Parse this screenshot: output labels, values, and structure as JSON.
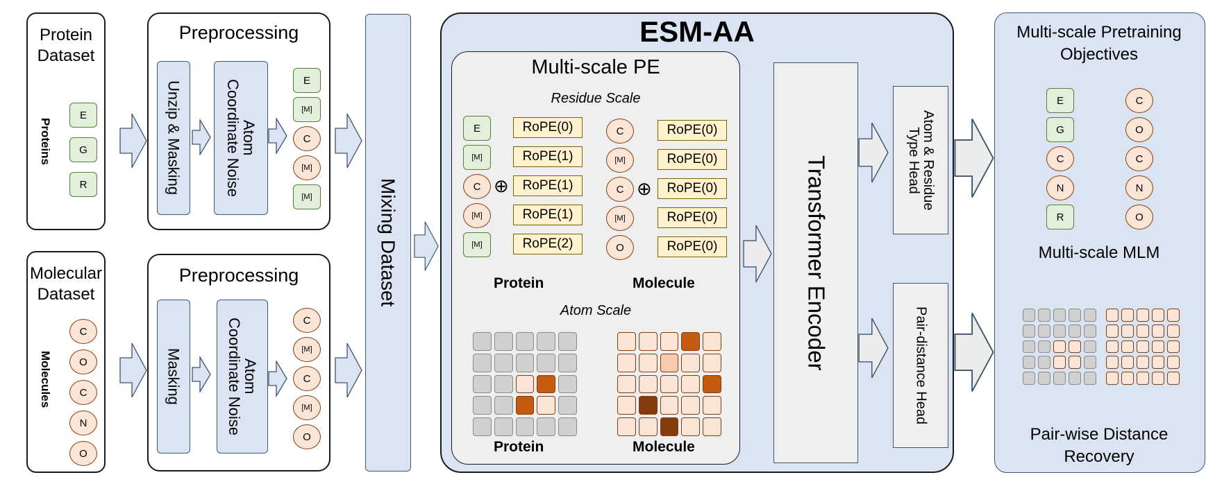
{
  "protein_dataset": {
    "title_line1": "Protein",
    "title_line2": "Dataset",
    "side_label": "Proteins",
    "tokens": [
      "E",
      "G",
      "R"
    ]
  },
  "molecular_dataset": {
    "title_line1": "Molecular",
    "title_line2": "Dataset",
    "side_label": "Molecules",
    "tokens": [
      "C",
      "O",
      "C",
      "N",
      "O"
    ]
  },
  "preprocessing_protein": {
    "title": "Preprocessing",
    "step1": "Unzip & Masking",
    "step2_line1": "Atom",
    "step2_line2": "Coordinate Noise",
    "tokens": [
      "E",
      "[M]",
      "C",
      "[M]",
      "[M]"
    ]
  },
  "preprocessing_molecule": {
    "title": "Preprocessing",
    "step1": "Masking",
    "step2_line1": "Atom",
    "step2_line2": "Coordinate Noise",
    "tokens": [
      "C",
      "[M]",
      "C",
      "[M]",
      "O"
    ]
  },
  "mixing": {
    "label": "Mixing Dataset"
  },
  "esm": {
    "title": "ESM-AA",
    "pe_title": "Multi-scale PE",
    "residue_scale": "Residue Scale",
    "atom_scale": "Atom Scale",
    "protein_label": "Protein",
    "molecule_label": "Molecule",
    "protein_tokens": [
      "E",
      "[M]",
      "C",
      "[M]",
      "[M]"
    ],
    "protein_ropes": [
      "RoPE(0)",
      "RoPE(1)",
      "RoPE(1)",
      "RoPE(1)",
      "RoPE(2)"
    ],
    "molecule_tokens": [
      "C",
      "[M]",
      "C",
      "[M]",
      "O"
    ],
    "molecule_ropes": [
      "RoPE(0)",
      "RoPE(0)",
      "RoPE(0)",
      "RoPE(0)",
      "RoPE(0)"
    ],
    "plus_symbol": "⊕",
    "transformer": "Transformer Encoder",
    "head1_line1": "Atom & Residue",
    "head1_line2": "Type Head",
    "head2": "Pair-distance Head"
  },
  "objectives": {
    "title_line1": "Multi-scale Pretraining",
    "title_line2": "Objectives",
    "mlm_label": "Multi-scale MLM",
    "mlm_left_tokens": [
      "E",
      "G",
      "C",
      "N",
      "R"
    ],
    "mlm_right_tokens": [
      "C",
      "O",
      "C",
      "N",
      "O"
    ],
    "distance_line1": "Pair-wise Distance",
    "distance_line2": "Recovery"
  },
  "colors": {
    "panel_blue": "#dbe4f3",
    "token_green_fill": "#e2efda",
    "token_green_border": "#538135",
    "token_orange_fill": "#fbe5d6",
    "token_orange_border": "#843c0c",
    "rope_fill": "#fff2cc",
    "cell_gray": "#d0d0d0",
    "cell_light_orange": "#fbe5d6",
    "cell_mid_orange": "#f8cbad",
    "cell_orange": "#c55a11",
    "cell_dark_orange": "#843c0c"
  },
  "atom_grids": {
    "protein": [
      [
        "g",
        "g",
        "g",
        "g",
        "g"
      ],
      [
        "g",
        "g",
        "g",
        "g",
        "g"
      ],
      [
        "g",
        "g",
        "l",
        "o",
        "g"
      ],
      [
        "g",
        "g",
        "o",
        "l",
        "g"
      ],
      [
        "g",
        "g",
        "g",
        "g",
        "g"
      ]
    ],
    "molecule": [
      [
        "l",
        "l",
        "l",
        "o",
        "l"
      ],
      [
        "l",
        "l",
        "m",
        "l",
        "l"
      ],
      [
        "l",
        "l",
        "l",
        "l",
        "o"
      ],
      [
        "l",
        "d",
        "l",
        "l",
        "l"
      ],
      [
        "l",
        "l",
        "d",
        "l",
        "l"
      ]
    ],
    "objective_protein": [
      [
        "g",
        "g",
        "g",
        "g",
        "g"
      ],
      [
        "g",
        "g",
        "g",
        "g",
        "g"
      ],
      [
        "g",
        "g",
        "l",
        "l",
        "g"
      ],
      [
        "g",
        "g",
        "l",
        "l",
        "g"
      ],
      [
        "g",
        "g",
        "g",
        "g",
        "g"
      ]
    ],
    "objective_molecule": [
      [
        "l",
        "l",
        "l",
        "l",
        "l"
      ],
      [
        "l",
        "l",
        "l",
        "l",
        "l"
      ],
      [
        "l",
        "l",
        "l",
        "l",
        "l"
      ],
      [
        "l",
        "l",
        "l",
        "l",
        "l"
      ],
      [
        "l",
        "l",
        "l",
        "l",
        "l"
      ]
    ]
  }
}
